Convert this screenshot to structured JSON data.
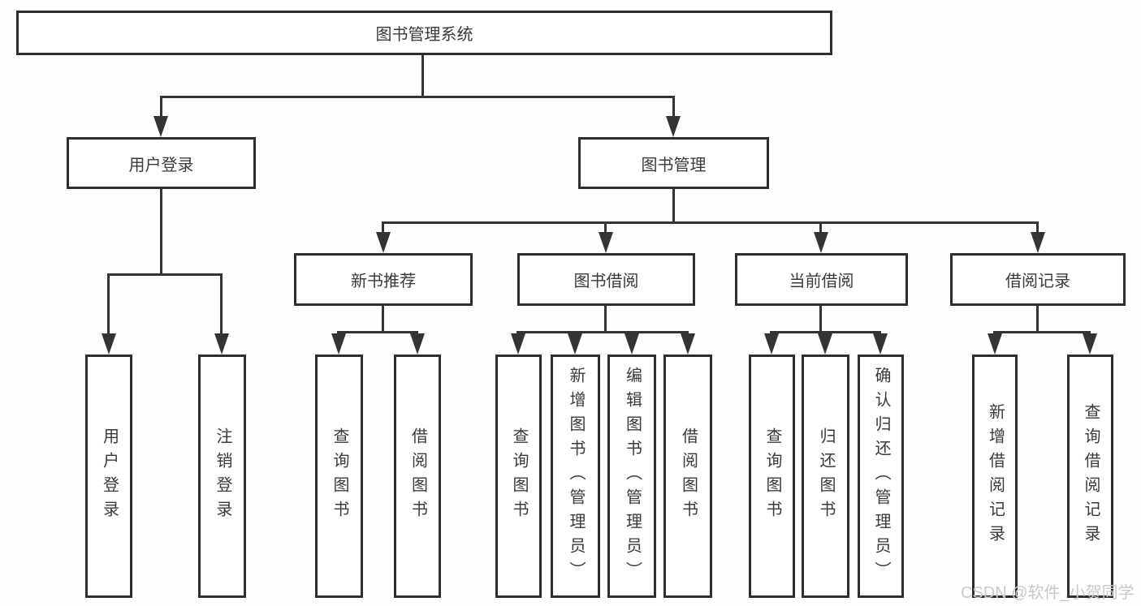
{
  "tree": {
    "root": {
      "label": "图书管理系统",
      "children": [
        {
          "label": "用户登录",
          "children": [
            {
              "label": "用户登录"
            },
            {
              "label": "注销登录"
            }
          ]
        },
        {
          "label": "图书管理",
          "children": [
            {
              "label": "新书推荐",
              "children": [
                {
                  "label": "查询图书"
                },
                {
                  "label": "借阅图书"
                }
              ]
            },
            {
              "label": "图书借阅",
              "children": [
                {
                  "label": "查询图书"
                },
                {
                  "label": "新增图书（管理员）"
                },
                {
                  "label": "编辑图书（管理员）"
                },
                {
                  "label": "借阅图书"
                }
              ]
            },
            {
              "label": "当前借阅",
              "children": [
                {
                  "label": "查询图书"
                },
                {
                  "label": "归还图书"
                },
                {
                  "label": "确认归还（管理员）"
                }
              ]
            },
            {
              "label": "借阅记录",
              "children": [
                {
                  "label": "新增借阅记录"
                },
                {
                  "label": "查询借阅记录"
                }
              ]
            }
          ]
        }
      ]
    }
  },
  "watermark": {
    "text": "CSDN @软件_小贺同学"
  },
  "colors": {
    "line": "#343434",
    "box_border": "#2e2e2e",
    "text": "#3a3a3a",
    "watermark": "#c9c9c9",
    "background": "#fefefe"
  }
}
